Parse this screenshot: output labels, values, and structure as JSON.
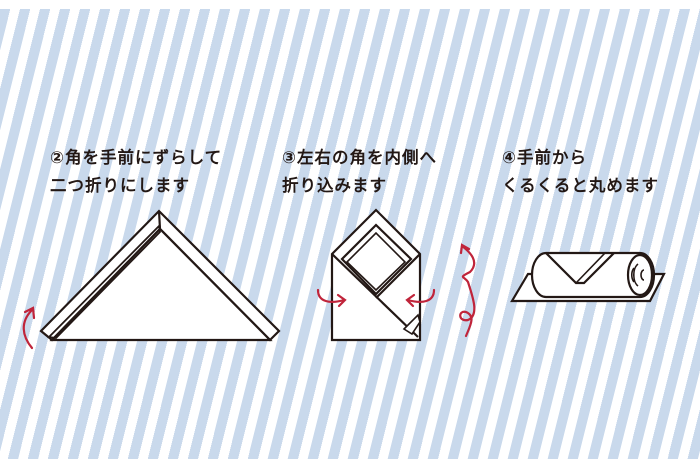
{
  "steps": [
    {
      "line1": "②角を手前にずらして",
      "line2": "二つ折りにします"
    },
    {
      "line1": "③左右の角を内側へ",
      "line2": "折り込みます"
    },
    {
      "line1": "④手前から",
      "line2": "くるくると丸めます"
    }
  ],
  "colors": {
    "stripe": "#c9d9ec",
    "arrow": "#c0243a",
    "line": "#231815"
  }
}
